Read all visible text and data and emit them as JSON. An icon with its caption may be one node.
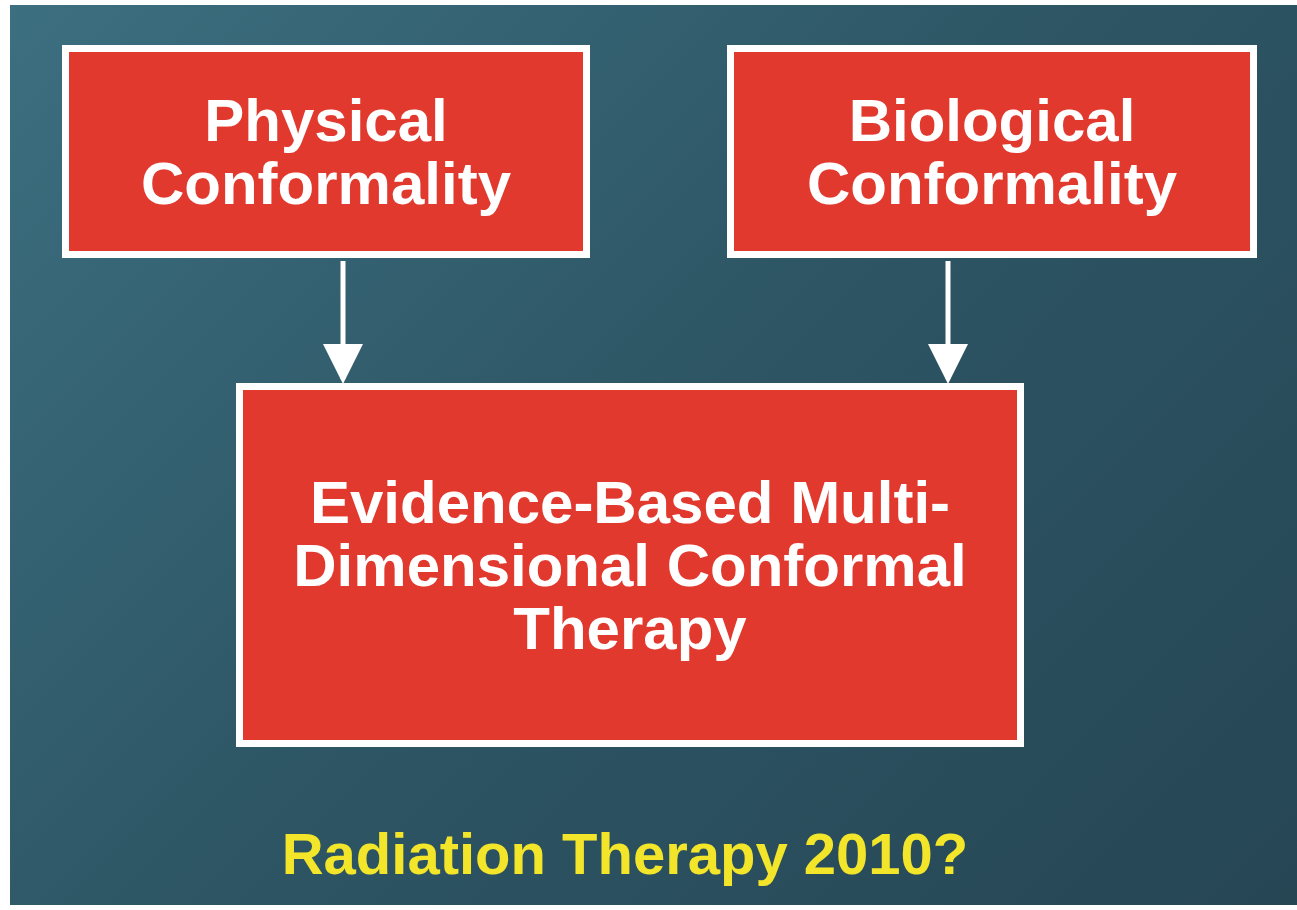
{
  "diagram": {
    "caption": "Radiation Therapy 2010?",
    "nodes": [
      {
        "text": [
          "Physical Conformality"
        ]
      },
      {
        "text": [
          "Biological Conformality"
        ]
      },
      {
        "text": [
          "Evidence-Based Multi-Dimensional Conformal Therapy"
        ]
      }
    ],
    "edges": [
      {
        "from": 0,
        "to": 2,
        "arrow": "to"
      },
      {
        "from": 1,
        "to": 2,
        "arrow": "to"
      }
    ]
  }
}
